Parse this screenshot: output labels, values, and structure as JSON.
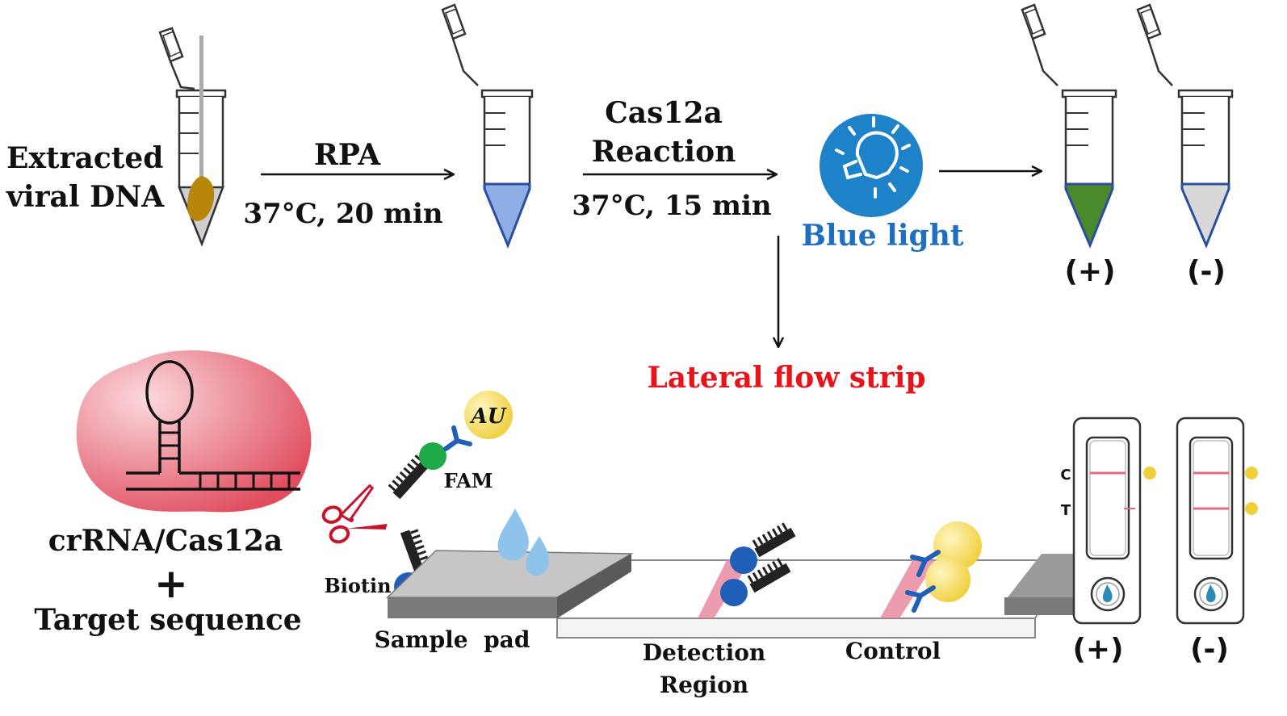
{
  "top_workflow": {
    "sample_label_line1": "Extracted",
    "sample_label_line2": "viral DNA",
    "step1_label": "RPA",
    "step1_condition": "37°C, 20 min",
    "step2_label_line1": "Cas12a",
    "step2_label_line2": "Reaction",
    "step2_condition": "37°C, 15 min",
    "light_label": "Blue light",
    "positive_label": "(+)",
    "negative_label": "(-)"
  },
  "lateral_flow": {
    "title": "Lateral flow strip",
    "complex_label": "crRNA/Cas12a",
    "plus_sign": "+",
    "target_label": "Target sequence",
    "fam_label": "FAM",
    "biotin_label": "Biotin",
    "gold_label": "AU",
    "sample_pad_label": "Sample  pad",
    "detection_label_line1": "Detection",
    "detection_label_line2": "Region",
    "control_label": "Control",
    "strip_c_label": "C",
    "strip_t_label": "T",
    "positive_label": "(+)",
    "negative_label": "(-)"
  },
  "colors": {
    "text": "#111111",
    "blue_light_text": "#1f6fc0",
    "lateral_flow_title": "#e8141c",
    "rpa_liquid": "#8faee6",
    "positive_liquid": "#4a8a2c",
    "negative_liquid": "#d8d8d8",
    "sample_liquid": "#b8860b",
    "tube_outline": "#2a4fa0",
    "bulb_circle": "#1e82c8",
    "crrna_blob": "#e05565",
    "fam": "#1faa4a",
    "biotin": "#1f5fb8",
    "gold": "#f3d95a",
    "line_pink": "#e8829a",
    "scissors": "#c8142a"
  },
  "icons": [
    "tube-icon",
    "swab-icon",
    "light-bulb-icon",
    "scissors-icon",
    "droplet-icon",
    "antibody-icon",
    "gold-nanoparticle-icon",
    "hairpin-crrna-icon",
    "test-strip-icon"
  ]
}
